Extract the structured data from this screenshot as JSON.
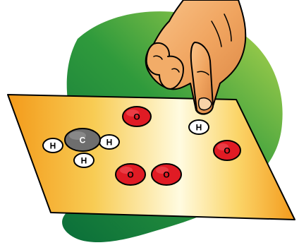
{
  "scene": {
    "description_free": true,
    "colors": {
      "background": "#ffffff",
      "blob_dark": "#0a6e3a",
      "blob_light": "#8bc43f",
      "board_left": "#f6a21e",
      "board_center": "#fffde6",
      "board_right": "#f39d1d",
      "board_edge": "#000000",
      "oxygen": "#e01b24",
      "carbon": "#6e6e6e",
      "hydrogen": "#ffffff",
      "skin": "#f1a766",
      "skin_shadow": "#cf7d3c"
    }
  },
  "methane": {
    "carbon": {
      "symbol": "C",
      "icon": "carbon-atom"
    },
    "hydrogens": [
      {
        "symbol": "H",
        "icon": "hydrogen-atom"
      },
      {
        "symbol": "H",
        "icon": "hydrogen-atom"
      },
      {
        "symbol": "H",
        "icon": "hydrogen-atom"
      }
    ]
  },
  "oxygen_single_top": {
    "symbol": "O"
  },
  "oxygen_single_right": {
    "symbol": "O"
  },
  "oxygen_molecule": [
    {
      "symbol": "O"
    },
    {
      "symbol": "O"
    }
  ],
  "loose_hydrogen": {
    "symbol": "H"
  },
  "hand": {
    "icon": "pointing-hand-icon"
  }
}
